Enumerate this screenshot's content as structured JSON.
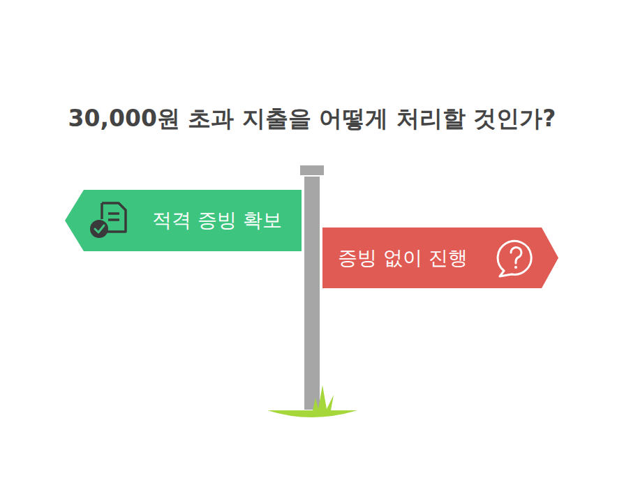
{
  "diagram": {
    "title": "30,000원 초과 지출을 어떻게 처리할 것인가?",
    "nodes": [
      {
        "text": [
          "적격 증빙 확보"
        ]
      },
      {
        "text": [
          "증빙 없이 진행"
        ]
      }
    ]
  }
}
